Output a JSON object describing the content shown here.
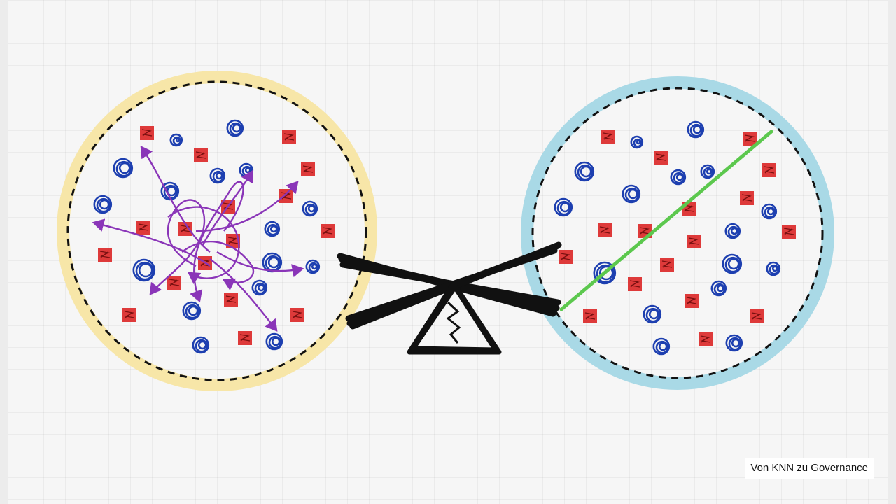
{
  "caption": "Von KNN zu Governance",
  "colors": {
    "background": "#f6f6f6",
    "left_ring": "#f7e6a8",
    "right_ring": "#a9d9e6",
    "dashed_outline": "#111111",
    "red_square": "#dc2626",
    "blue_circle": "#1d3fb0",
    "arrow": "#8a35b8",
    "decision_line": "#5cc84e",
    "seesaw": "#111111"
  },
  "icons": {
    "left_panel": "chaotic-cluster",
    "center": "seesaw-balance-icon",
    "right_panel": "linear-separation"
  }
}
